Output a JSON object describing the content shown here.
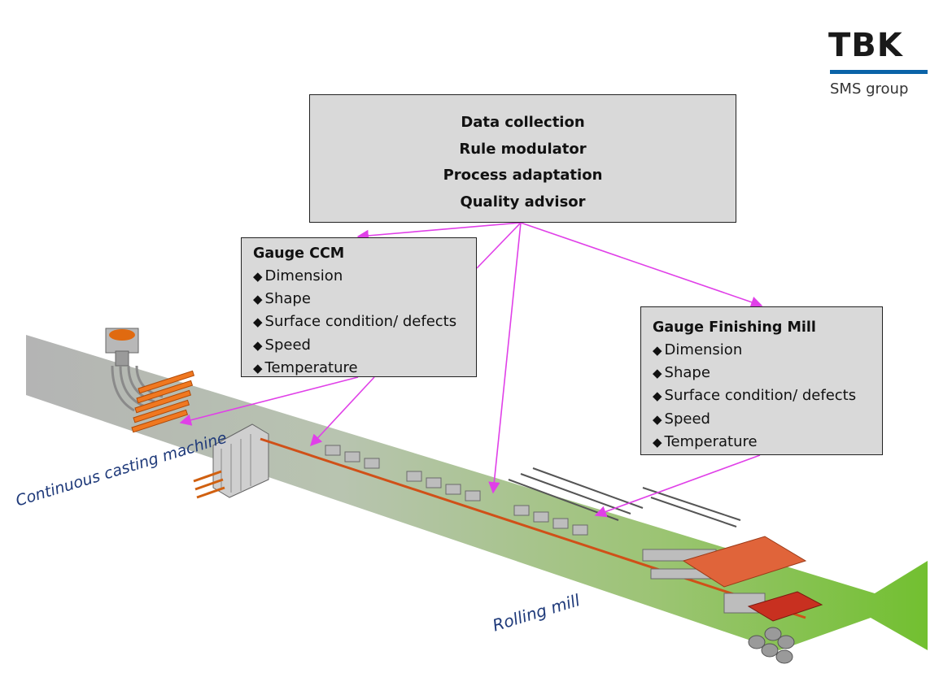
{
  "logo": {
    "brand": "TBK",
    "subtitle": "SMS group",
    "accent_color": "#0a63a8"
  },
  "top_box": {
    "lines": [
      "Data collection",
      "Rule modulator",
      "Process adaptation",
      "Quality advisor"
    ]
  },
  "gauge_ccm": {
    "title": "Gauge CCM",
    "items": [
      "Dimension",
      "Shape",
      "Surface  condition/ defects",
      "Speed",
      "Temperature"
    ]
  },
  "gauge_fm": {
    "title": "Gauge Finishing Mill",
    "items": [
      "Dimension",
      "Shape",
      "Surface  condition/ defects",
      "Speed",
      "Temperature"
    ]
  },
  "labels": {
    "ccm": "Continuous casting machine",
    "rolling": "Rolling mill"
  },
  "colors": {
    "arrow": "#e040e8",
    "band_start": "#b0b0b0",
    "band_end": "#7dc43a",
    "box_fill": "#d9d9d9"
  }
}
